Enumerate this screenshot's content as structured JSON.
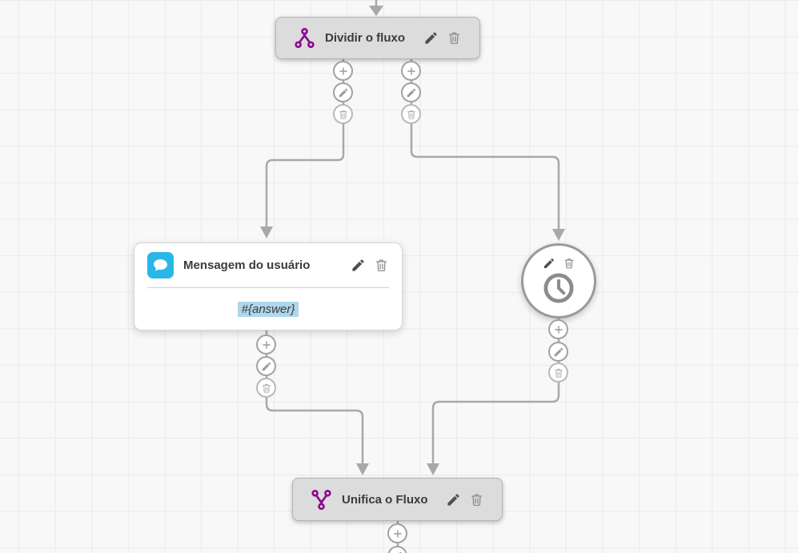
{
  "canvas": {
    "background_color": "#f8f8f9",
    "grid_line_color": "#e8eaf1",
    "connector_color": "#a8a8a8"
  },
  "nodes": {
    "split": {
      "title": "Dividir o fluxo",
      "icon": "split-flow-icon",
      "accent_color": "#8d0a90"
    },
    "message": {
      "title": "Mensagem do usuário",
      "variable": "#{answer}",
      "icon": "chat-bubble-icon",
      "accent_color": "#29b7e8",
      "variable_highlight_color": "#aed8ea"
    },
    "timer": {
      "icon": "clock-icon"
    },
    "merge": {
      "title": "Unifica o Fluxo",
      "icon": "merge-flow-icon",
      "accent_color": "#8d0a90"
    }
  },
  "node_action_icons": [
    "edit-pencil-icon",
    "delete-trash-icon"
  ],
  "connector_button_icons": [
    "add-plus-icon",
    "edit-pencil-icon",
    "delete-trash-icon"
  ]
}
